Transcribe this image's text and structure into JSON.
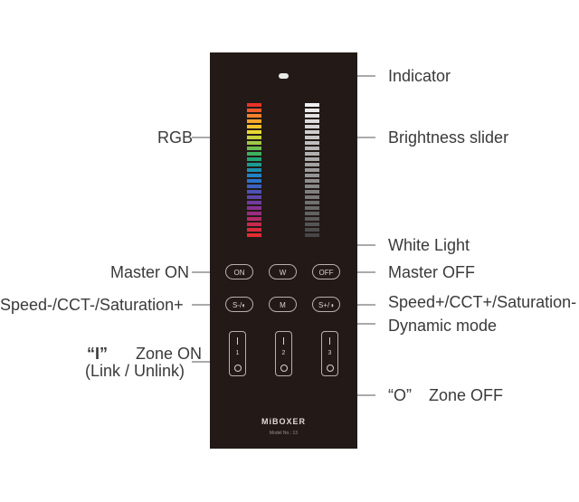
{
  "callouts": {
    "indicator": "Indicator",
    "rgb": "RGB",
    "brightness": "Brightness slider",
    "white_light": "White Light",
    "master_on": "Master ON",
    "master_off": "Master OFF",
    "speed_minus": "Speed-/CCT-/Saturation+",
    "speed_plus": "Speed+/CCT+/Saturation-",
    "dynamic": "Dynamic mode",
    "zone_on_symbol": "“I”",
    "zone_on": "Zone ON",
    "zone_on_sub": "(Link / Unlink)",
    "zone_off_symbol": "“O”",
    "zone_off": "Zone OFF"
  },
  "remote": {
    "buttons": {
      "on": "ON",
      "w": "W",
      "off": "OFF",
      "s_minus": "S-/◐",
      "m": "M",
      "s_plus": "S+/◑"
    },
    "zones": [
      "1",
      "2",
      "3"
    ],
    "brand": "MiBOXER",
    "model": "Model No.: 13",
    "rgb_colors": [
      "#e8322a",
      "#ee5a2b",
      "#f5822a",
      "#f8a52b",
      "#f5c12c",
      "#e9d833",
      "#c8d13a",
      "#9ec746",
      "#6bbd4f",
      "#3db15d",
      "#22a575",
      "#1c9b92",
      "#1b8fb0",
      "#1f83c6",
      "#2a74c9",
      "#3a62bf",
      "#4c53b4",
      "#5e46a8",
      "#713b9d",
      "#853392",
      "#9a2d80",
      "#b02a68",
      "#c62a4f",
      "#d72b3b",
      "#e22d30"
    ],
    "brightness_levels": 25,
    "colors": {
      "body": "#231a18",
      "outline": "#b8b0ad",
      "text": "#3a3a3a",
      "line": "#555555"
    }
  }
}
